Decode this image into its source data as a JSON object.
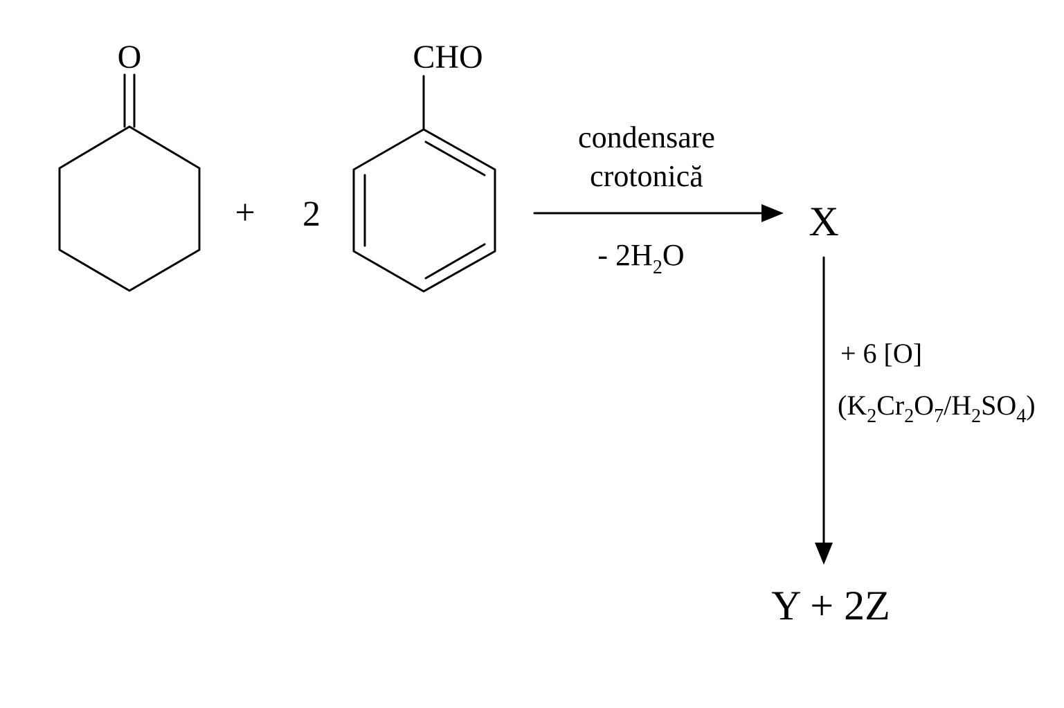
{
  "scheme": {
    "cyclohexanone": {
      "oxygen_label": "O"
    },
    "plus_sign": "+",
    "coefficient": "2",
    "benzaldehyde": {
      "aldehyde_label": "CHO"
    },
    "step1": {
      "condition_line1": "condensare",
      "condition_line2": "crotonică",
      "byproduct": {
        "prefix": "- 2H",
        "subscript": "2",
        "suffix": "O"
      }
    },
    "intermediate": "X",
    "step2": {
      "reagent": "+ 6 [O]",
      "oxidant": {
        "open_paren": "(K",
        "k_sub": "2",
        "cr": "Cr",
        "cr_sub": "2",
        "o": "O",
        "o_sub": "7",
        "slash_h": "/H",
        "h_sub": "2",
        "so": "SO",
        "so_sub": "4",
        "close_paren": ")"
      }
    },
    "products": "Y + 2Z"
  },
  "colors": {
    "ink": "#000000",
    "background": "#ffffff"
  }
}
